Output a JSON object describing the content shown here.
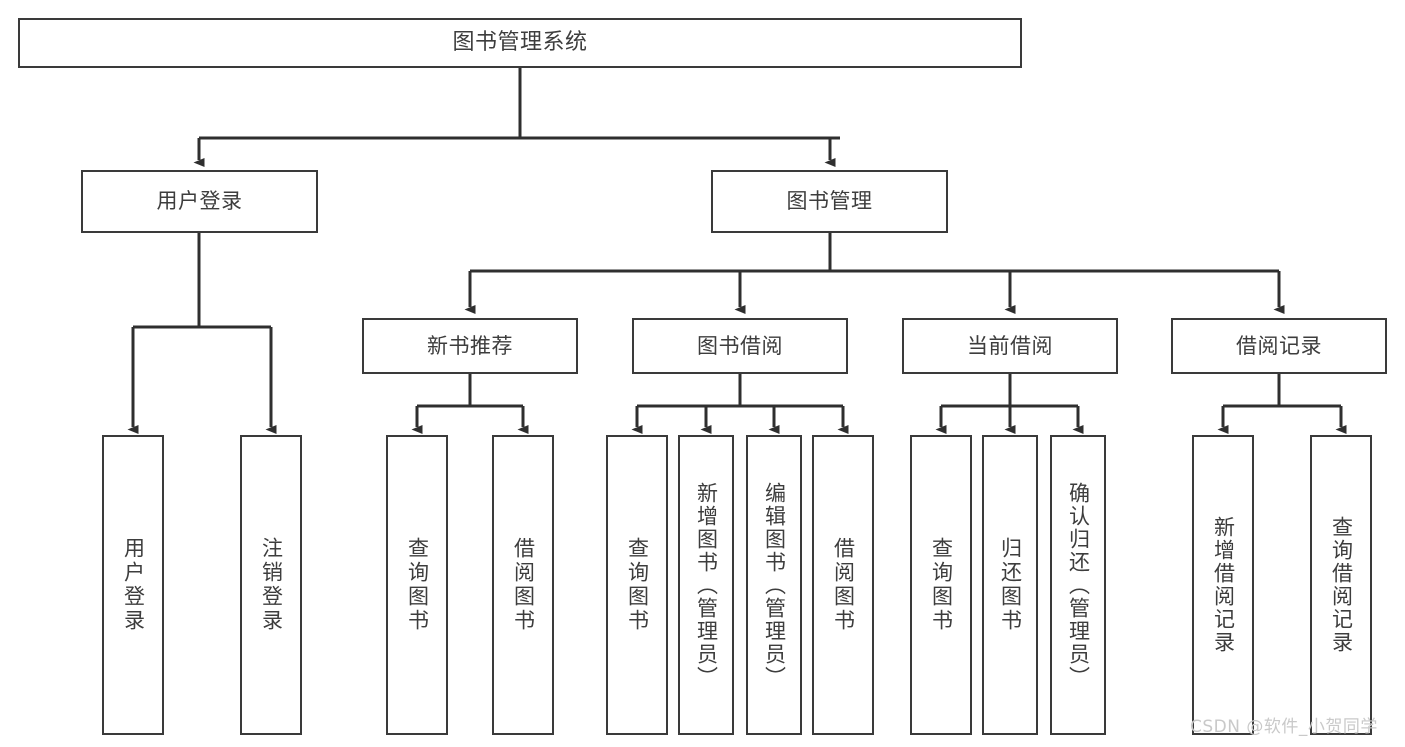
{
  "diagram": {
    "type": "tree-hierarchy-flowchart",
    "title": "图书管理系统",
    "colors": {
      "box_border": "#3a3a3a",
      "box_fill": "#ffffff",
      "text": "#3d3d3d",
      "connector": "#2f2f2f",
      "watermark": "#c9c9c9",
      "background": "#ffffff"
    },
    "levels": {
      "root": {
        "label": "图书管理系统"
      },
      "level1": [
        {
          "id": "user-login",
          "label": "用户登录"
        },
        {
          "id": "book-manage",
          "label": "图书管理"
        }
      ],
      "level2": [
        {
          "id": "new-book-recommend",
          "label": "新书推荐",
          "parent": "book-manage"
        },
        {
          "id": "book-borrow",
          "label": "图书借阅",
          "parent": "book-manage"
        },
        {
          "id": "current-borrow",
          "label": "当前借阅",
          "parent": "book-manage"
        },
        {
          "id": "borrow-record",
          "label": "借阅记录",
          "parent": "book-manage"
        }
      ],
      "leaves": [
        {
          "id": "leaf-user-login",
          "label": "用户登录",
          "parent": "user-login"
        },
        {
          "id": "leaf-logout-login",
          "label": "注销登录",
          "parent": "user-login"
        },
        {
          "id": "leaf-query-book-1",
          "label": "查询图书",
          "parent": "new-book-recommend"
        },
        {
          "id": "leaf-borrow-book-1",
          "label": "借阅图书",
          "parent": "new-book-recommend"
        },
        {
          "id": "leaf-query-book-2",
          "label": "查询图书",
          "parent": "book-borrow"
        },
        {
          "id": "leaf-add-book",
          "label": "新增图书（管理员）",
          "parent": "book-borrow"
        },
        {
          "id": "leaf-edit-book",
          "label": "编辑图书（管理员）",
          "parent": "book-borrow"
        },
        {
          "id": "leaf-borrow-book-2",
          "label": "借阅图书",
          "parent": "book-borrow"
        },
        {
          "id": "leaf-query-book-3",
          "label": "查询图书",
          "parent": "current-borrow"
        },
        {
          "id": "leaf-return-book",
          "label": "归还图书",
          "parent": "current-borrow"
        },
        {
          "id": "leaf-confirm-return",
          "label": "确认归还（管理员）",
          "parent": "current-borrow"
        },
        {
          "id": "leaf-add-record",
          "label": "新增借阅记录",
          "parent": "borrow-record"
        },
        {
          "id": "leaf-query-record",
          "label": "查询借阅记录",
          "parent": "borrow-record"
        }
      ]
    }
  },
  "watermark": {
    "text": "CSDN @软件_小贺同学"
  }
}
